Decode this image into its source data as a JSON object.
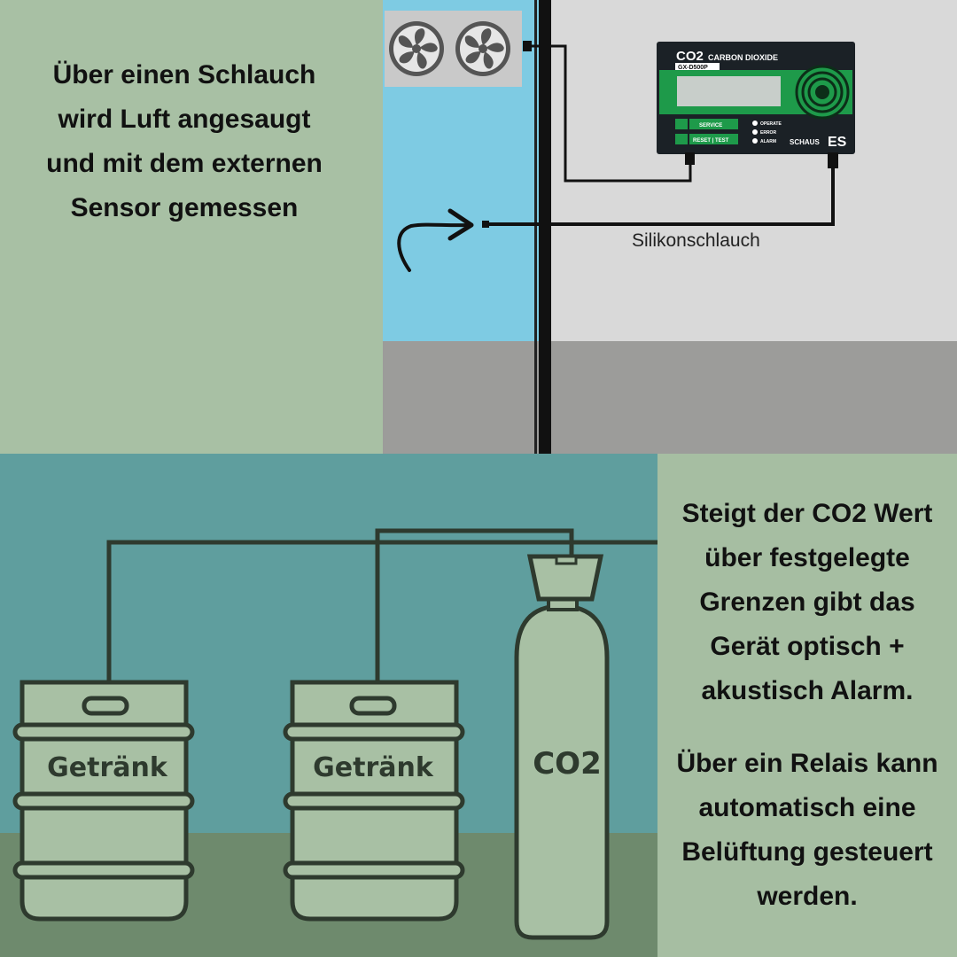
{
  "top_panel": {
    "intro_lines": [
      "Über einen Schlauch",
      "wird Luft angesaugt",
      "und mit dem externen",
      "Sensor gemessen"
    ],
    "hose_label": "Silikonschlauch",
    "device": {
      "model_title": "CO2",
      "model_subtitle": "CARBON DIOXIDE",
      "model_number": "GX-D500P",
      "btn_service": "SERVICE",
      "btn_reset_test": "RESET | TEST",
      "led_operate": "OPERATE",
      "led_error": "ERROR",
      "led_alarm": "ALARM",
      "brand": "SCHAUS",
      "brand_mark": "ES"
    }
  },
  "bottom_panel": {
    "keg_label_1": "Getränk",
    "keg_label_2": "Getränk",
    "cylinder_label": "CO2",
    "alarm_lines": [
      "Steigt der CO2 Wert",
      "über festgelegte",
      "Grenzen gibt das",
      "Gerät optisch +",
      "akustisch Alarm."
    ],
    "relay_lines": [
      "Über ein Relais kann",
      "automatisch eine",
      "Belüftung gesteuert",
      "werden."
    ]
  },
  "colors": {
    "sage": "#a8c0a4",
    "teal": "#5f9e9e",
    "sky": "#7ecbe3",
    "device_green": "#1e9a4a",
    "device_dark": "#1b2126"
  }
}
